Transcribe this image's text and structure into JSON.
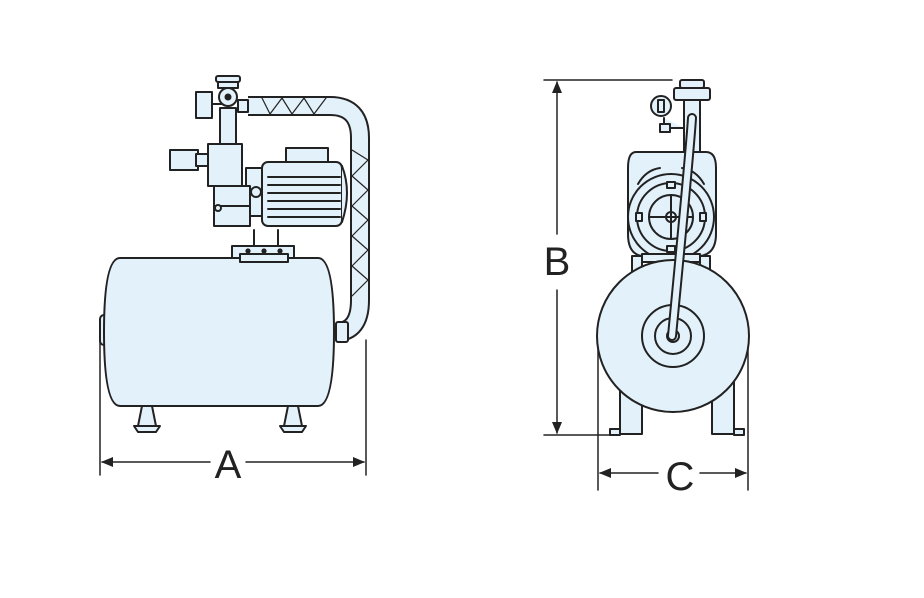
{
  "colors": {
    "outline": "#222222",
    "fill": "#e3f1fa",
    "background": "#ffffff"
  },
  "dimensions": {
    "a_label": "A",
    "b_label": "B",
    "c_label": "C"
  },
  "icons": [
    "pressure-gauge-icon"
  ]
}
